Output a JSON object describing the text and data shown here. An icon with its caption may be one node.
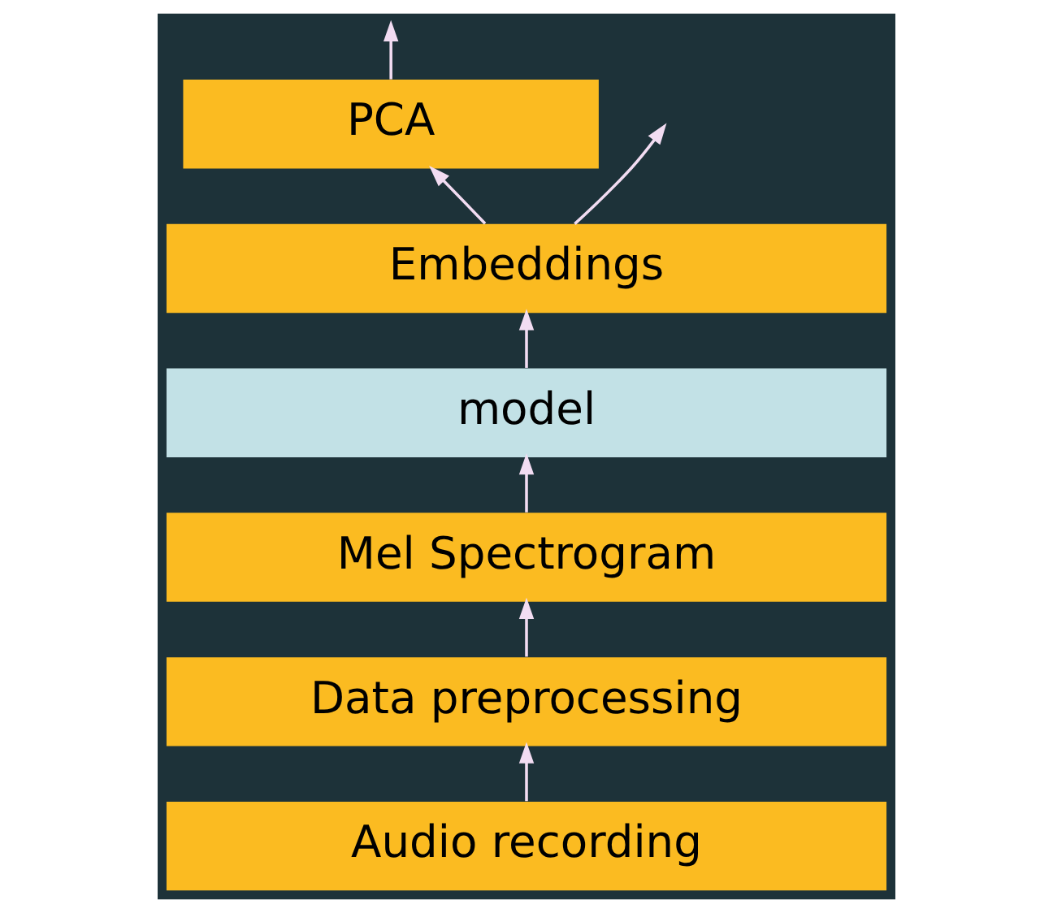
{
  "diagram": {
    "nodes": [
      {
        "text": [
          "PCA"
        ]
      },
      {
        "text": [
          "Embeddings"
        ]
      },
      {
        "text": [
          "model"
        ]
      },
      {
        "text": [
          "Mel Spectrogram"
        ]
      },
      {
        "text": [
          "Data preprocessing"
        ]
      },
      {
        "text": [
          "Audio recording"
        ]
      }
    ],
    "edges": [
      {
        "from": 5,
        "to": 4,
        "arrow": "to"
      },
      {
        "from": 4,
        "to": 3,
        "arrow": "to"
      },
      {
        "from": 3,
        "to": 2,
        "arrow": "to"
      },
      {
        "from": 2,
        "to": 1,
        "arrow": "to"
      },
      {
        "from": 1,
        "to": 0,
        "arrow": "to"
      },
      {
        "from": 1,
        "to": null,
        "arrow": "to"
      },
      {
        "from": 0,
        "to": null,
        "arrow": "to"
      }
    ]
  }
}
